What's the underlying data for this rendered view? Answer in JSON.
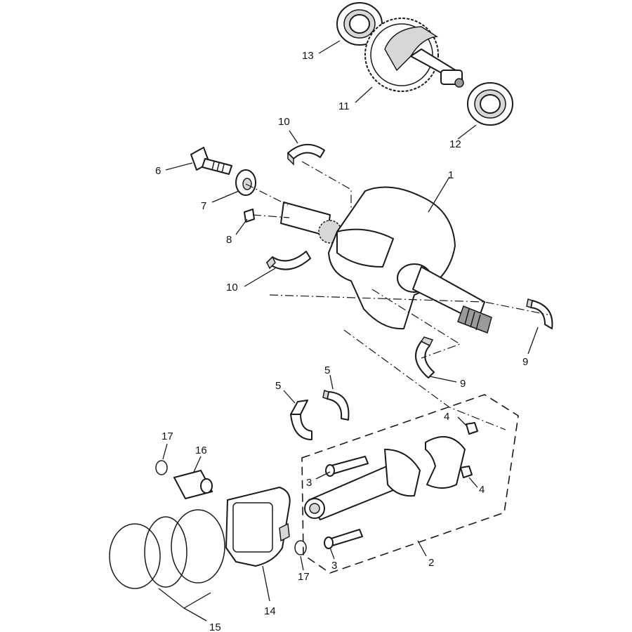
{
  "callouts": {
    "c1": "1",
    "c2": "2",
    "c3a": "3",
    "c3b": "3",
    "c4a": "4",
    "c4b": "4",
    "c5a": "5",
    "c5b": "5",
    "c6": "6",
    "c7": "7",
    "c8": "8",
    "c9a": "9",
    "c9b": "9",
    "c10a": "10",
    "c10b": "10",
    "c11": "11",
    "c12": "12",
    "c13": "13",
    "c14": "14",
    "c15": "15",
    "c16": "16",
    "c17a": "17",
    "c17b": "17"
  }
}
